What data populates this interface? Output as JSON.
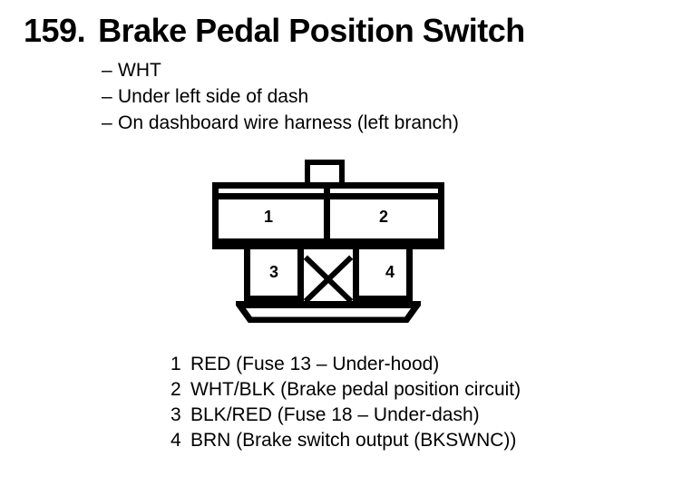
{
  "title": {
    "number": "159.",
    "text": "Brake Pedal Position Switch"
  },
  "bullets": [
    {
      "dash": "–",
      "text": "WHT"
    },
    {
      "dash": "–",
      "text": "Under left side of dash"
    },
    {
      "dash": "–",
      "text": "On dashboard wire harness (left branch)"
    }
  ],
  "connector": {
    "pins": [
      {
        "number": "1"
      },
      {
        "number": "2"
      },
      {
        "number": "3"
      },
      {
        "number": "4"
      }
    ],
    "blank_cavity_marker": "X"
  },
  "legend": [
    {
      "number": "1",
      "text": "RED (Fuse 13 – Under-hood)"
    },
    {
      "number": "2",
      "text": "WHT/BLK (Brake pedal position circuit)"
    },
    {
      "number": "3",
      "text": "BLK/RED (Fuse 18 – Under-dash)"
    },
    {
      "number": "4",
      "text": "BRN (Brake switch output (BKSWNC))"
    }
  ],
  "colors": {
    "ink": "#000000",
    "background": "#ffffff"
  }
}
